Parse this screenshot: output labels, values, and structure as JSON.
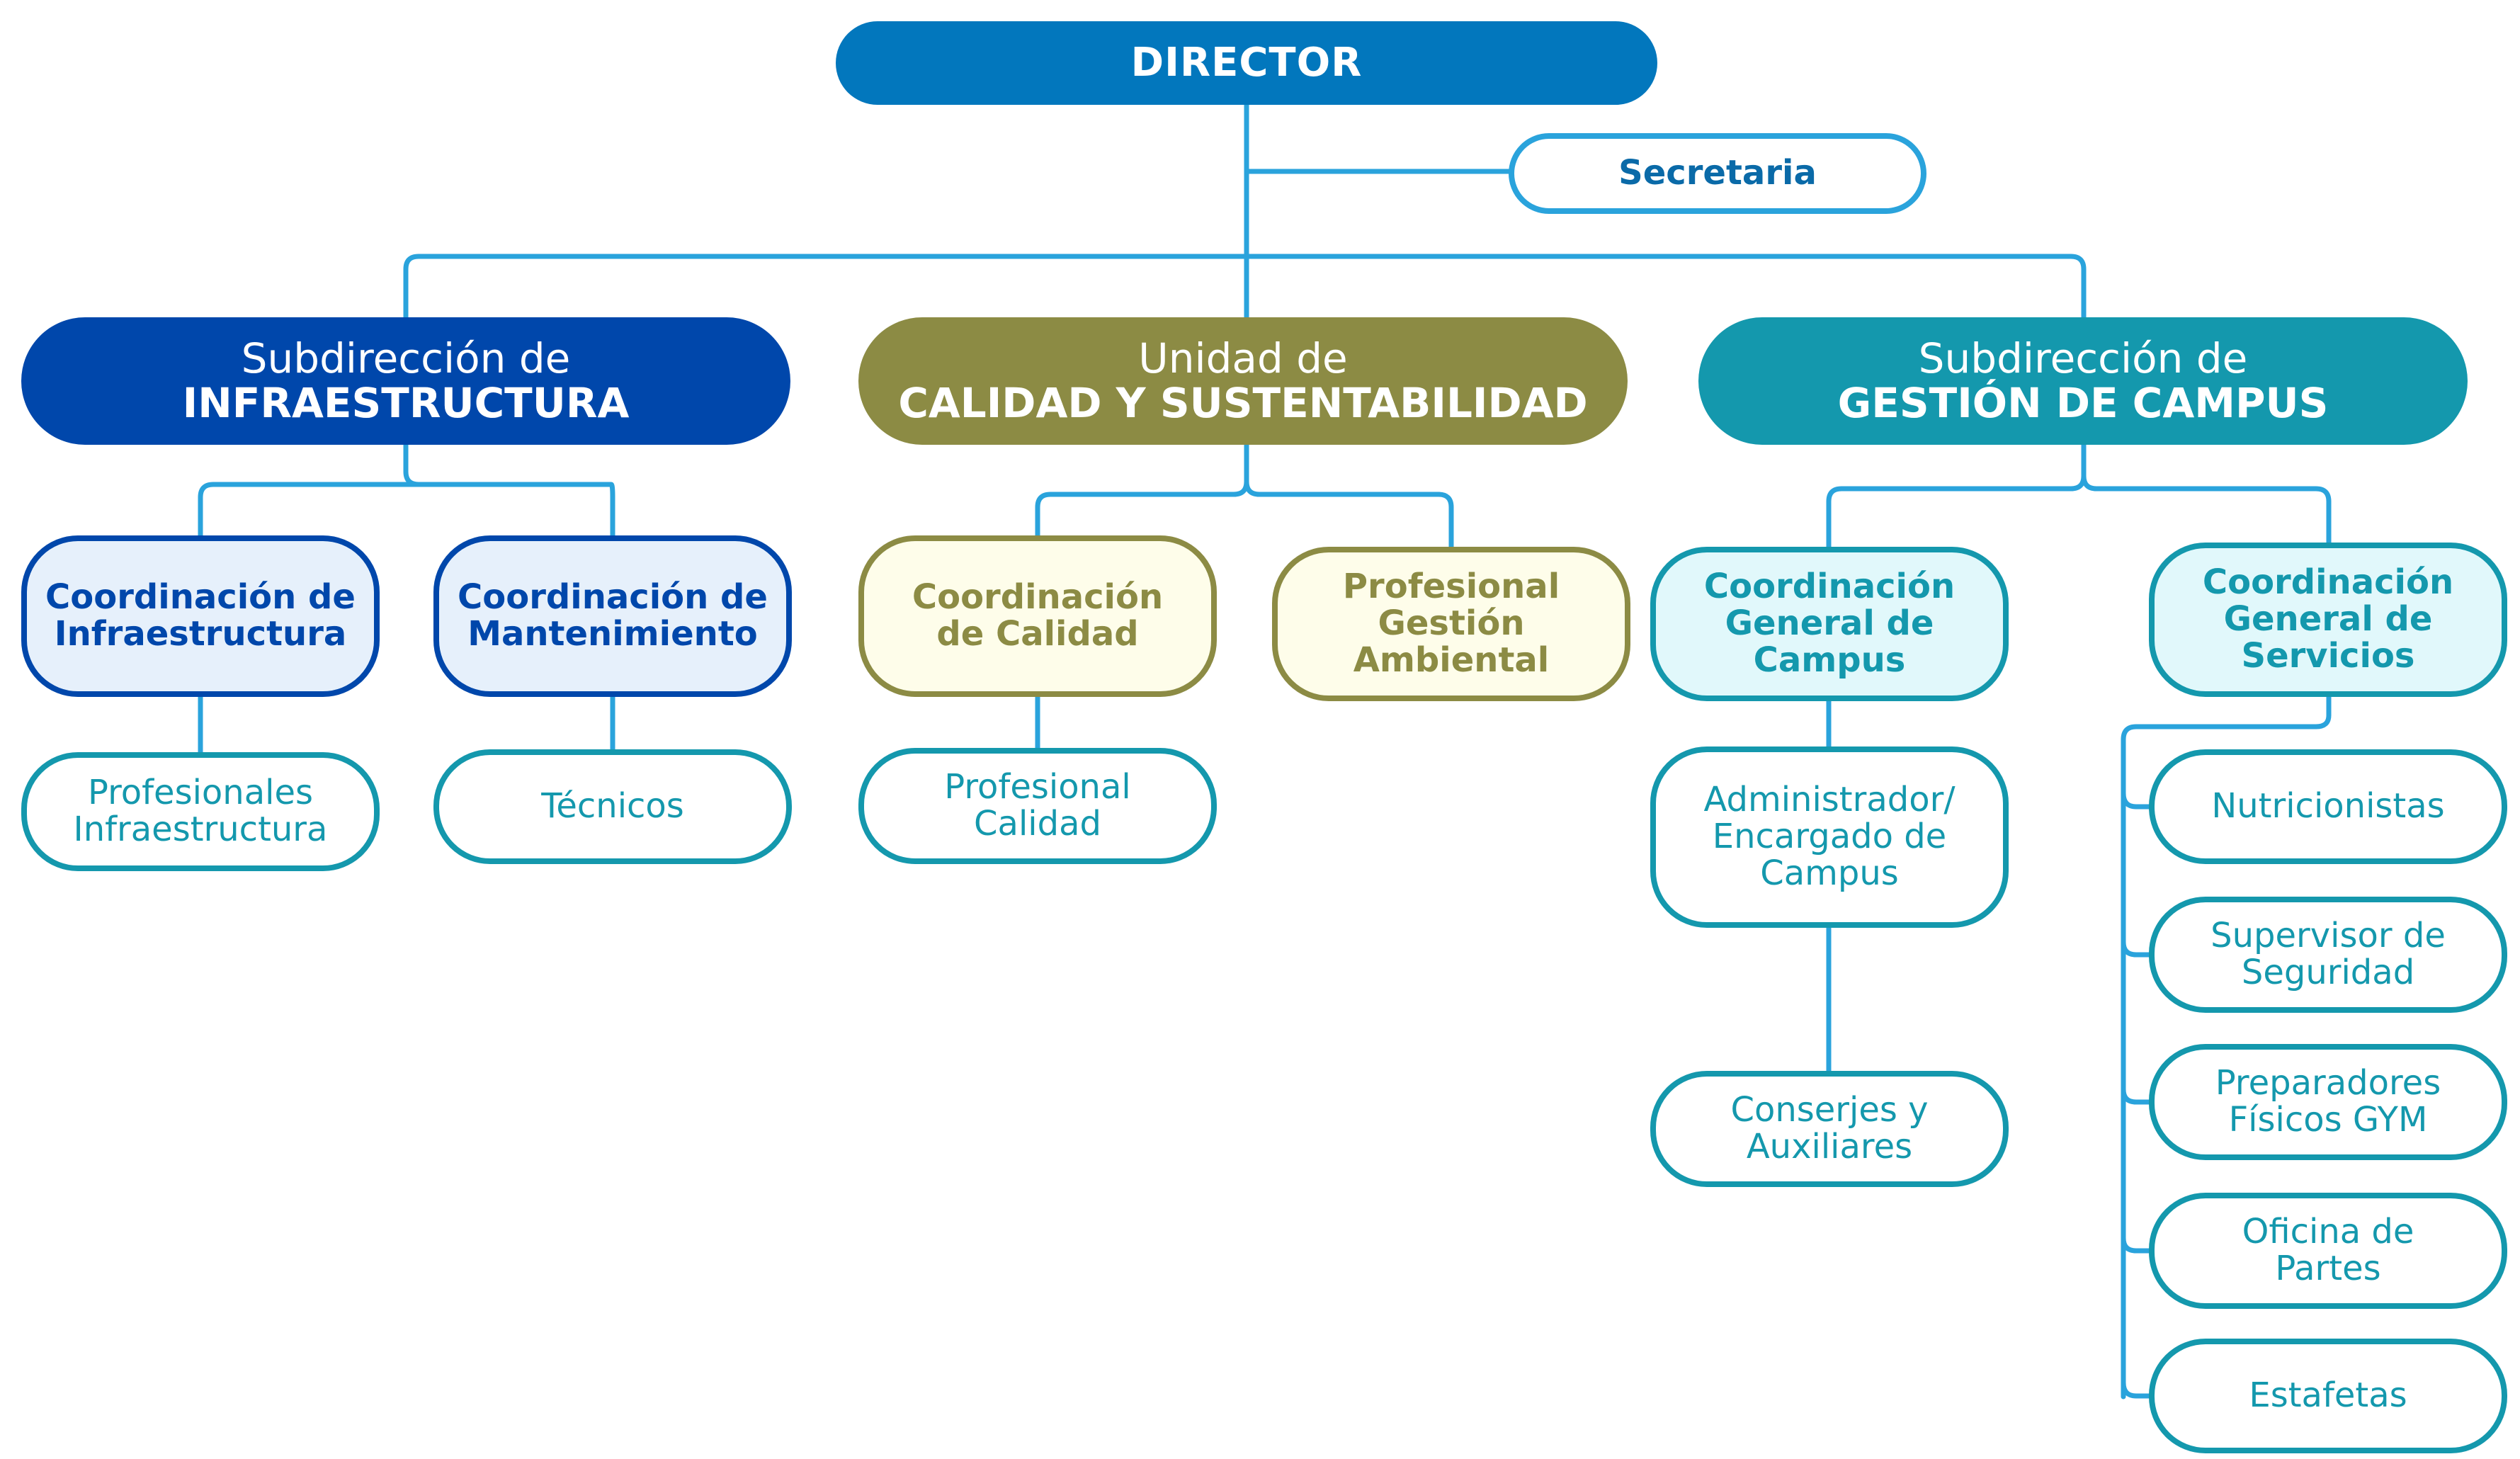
{
  "colors": {
    "connector": "#2aa3dc",
    "director": "#0277bd",
    "infra": "#0047ab",
    "calidad": "#8c8b44",
    "campus": "#1498ad",
    "infra_light": "#e6f0fb",
    "calidad_light": "#fefdea",
    "campus_light": "#e1f8fb",
    "secretaria_text": "#0a6aa8"
  },
  "director": {
    "label": "DIRECTOR"
  },
  "secretaria": {
    "label": "Secretaria"
  },
  "infraestructura": {
    "line1": "Subdirección de",
    "line2": "INFRAESTRUCTURA",
    "coord_infra": [
      "Coordinación de",
      "Infraestructura"
    ],
    "coord_mant": [
      "Coordinación de",
      "Mantenimiento"
    ],
    "prof_infra": [
      "Profesionales",
      "Infraestructura"
    ],
    "tecnicos": [
      "Técnicos"
    ]
  },
  "calidad": {
    "line1": "Unidad de",
    "line2": "CALIDAD Y SUSTENTABILIDAD",
    "coord_calidad": [
      "Coordinación",
      "de Calidad"
    ],
    "prof_ambiental": [
      "Profesional",
      "Gestión",
      "Ambiental"
    ],
    "prof_calidad": [
      "Profesional",
      "Calidad"
    ]
  },
  "campus": {
    "line1": "Subdirección de",
    "line2": "GESTIÓN DE CAMPUS",
    "coord_campus": [
      "Coordinación",
      "General de",
      "Campus"
    ],
    "coord_servicios": [
      "Coordinación",
      "General de",
      "Servicios"
    ],
    "administrador": [
      "Administrador/",
      "Encargado de",
      "Campus"
    ],
    "conserjes": [
      "Conserjes y",
      "Auxiliares"
    ],
    "nutricionistas": [
      "Nutricionistas"
    ],
    "supervisor": [
      "Supervisor de",
      "Seguridad"
    ],
    "preparadores": [
      "Preparadores",
      "Físicos GYM"
    ],
    "oficina": [
      "Oficina de",
      "Partes"
    ],
    "estafetas": [
      "Estafetas"
    ]
  }
}
